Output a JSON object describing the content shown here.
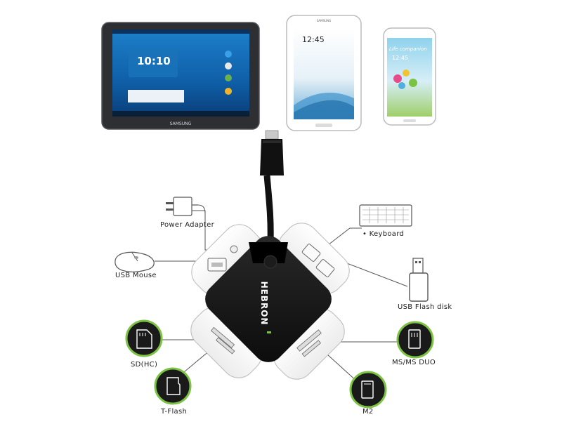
{
  "devices": {
    "tablet_time": "10:10",
    "tablet_brand": "SAMSUNG",
    "note_time": "12:45",
    "note_brand": "SAMSUNG",
    "phone_slogan": "Life companion",
    "phone_time": "12:45"
  },
  "hub": {
    "brand": "HEBRON"
  },
  "labels": {
    "power_adapter": "Power Adapter",
    "usb_mouse": "USB Mouse",
    "keyboard": "• Keyboard",
    "usb_flash_disk": "USB Flash disk",
    "sd_hc": "SD(HC)",
    "t_flash": "T-Flash",
    "ms_duo": "MS/MS DUO",
    "m2": "M2"
  },
  "colors": {
    "accent_green": "#7cc243",
    "hub_body": "#141414",
    "tablet_frame": "#2d2f33"
  }
}
